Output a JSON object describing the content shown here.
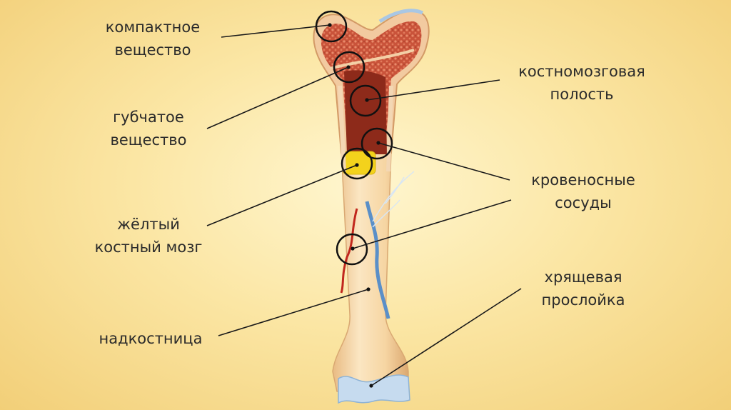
{
  "labels": {
    "compact": {
      "line1": "компактное",
      "line2": "вещество"
    },
    "spongy": {
      "line1": "губчатое",
      "line2": "вещество"
    },
    "yellow_marrow": {
      "line1": "жёлтый",
      "line2": "костный мозг"
    },
    "periosteum": {
      "line1": "надкостница"
    },
    "marrow_cavity": {
      "line1": "костномозговая",
      "line2": "полость"
    },
    "vessels": {
      "line1": "кровеносные",
      "line2": "сосуды"
    },
    "cartilage": {
      "line1": "хрящевая",
      "line2": "прослойка"
    }
  },
  "colors": {
    "bone": "#f7d9a8",
    "bone_shadow": "#e3b77c",
    "spongy": "#c9533a",
    "marrow": "#8b2a1c",
    "yellow_marrow": "#f4d21a",
    "cartilage": "#bcd3ea",
    "artery": "#c1271d",
    "vein": "#5a8fc8",
    "leader_line": "#1a1a1a"
  }
}
